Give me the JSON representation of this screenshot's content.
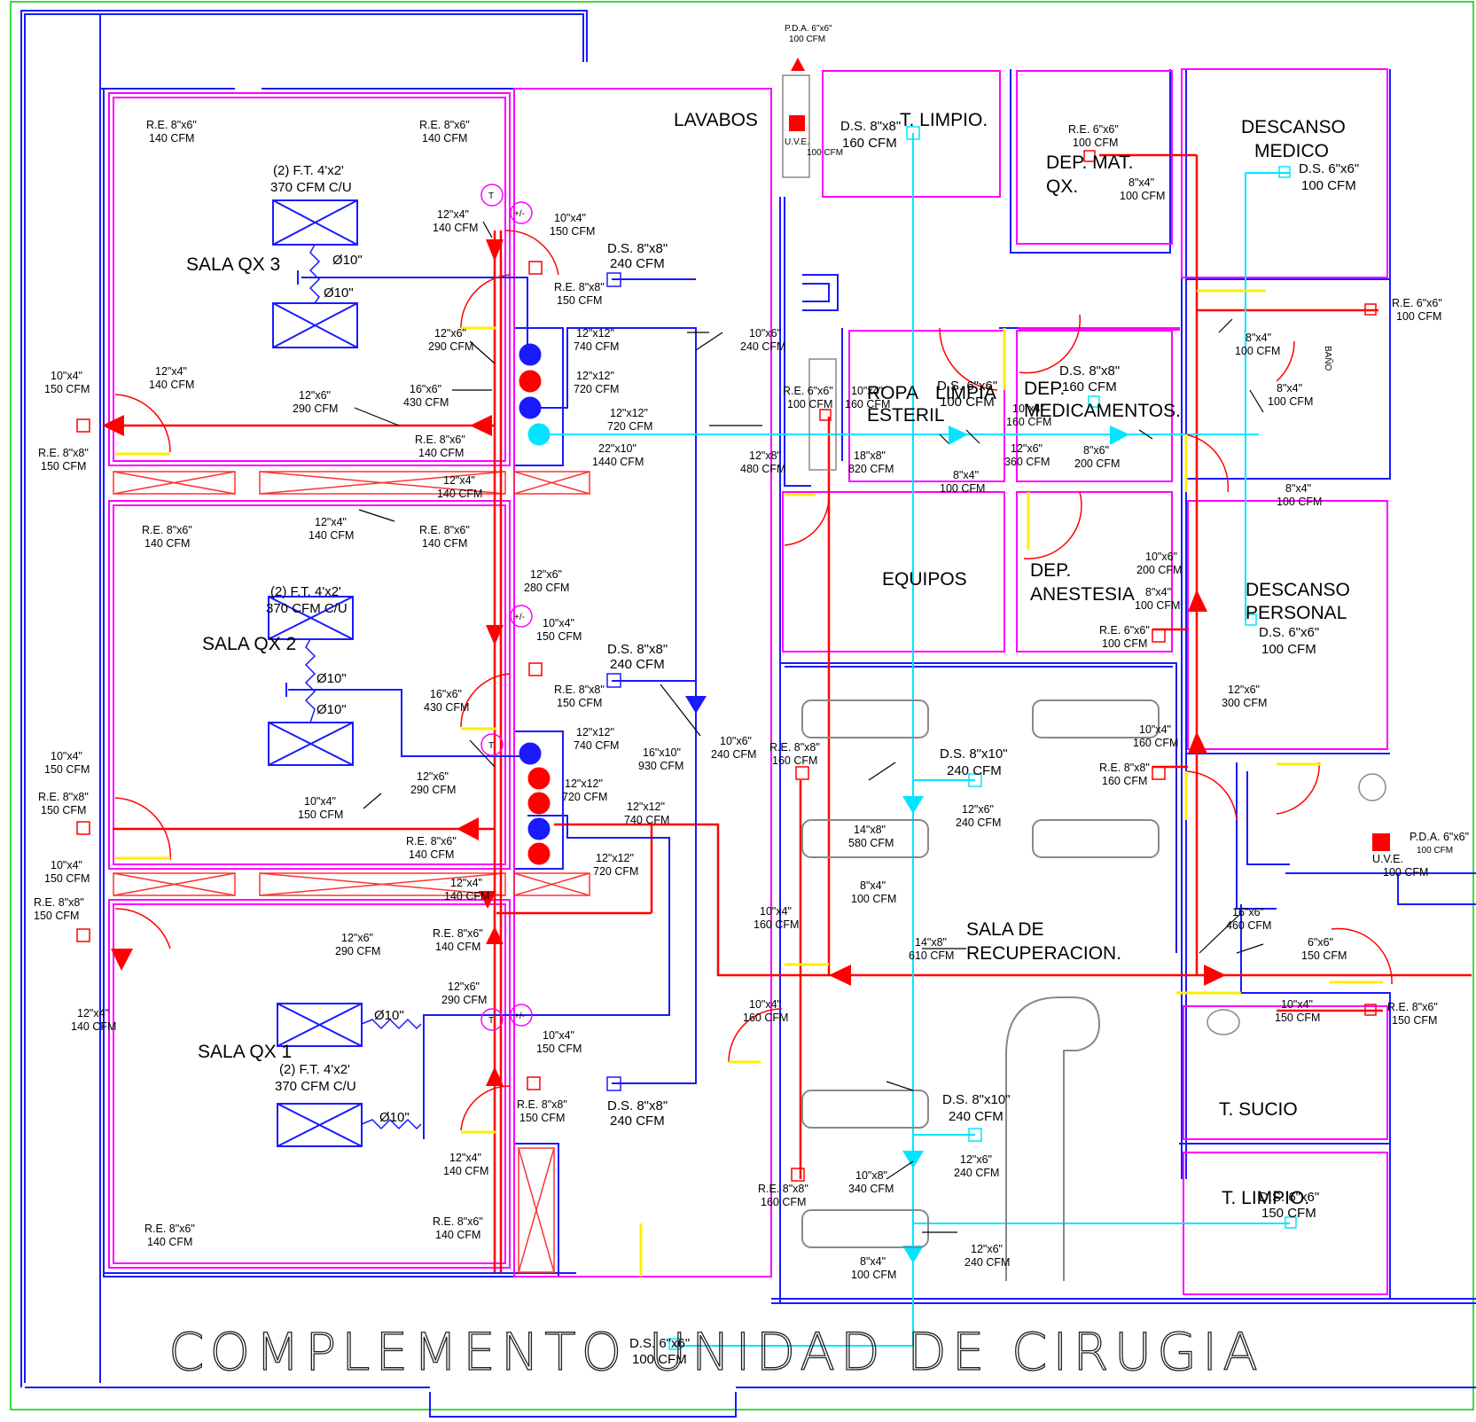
{
  "title": "COMPLEMENTO UNIDAD DE CIRUGIA",
  "colors": {
    "walls": "#1a1aff",
    "rooms": "#ff00ff",
    "supply_duct": "#ff0000",
    "return_duct": "#0000ff",
    "clean_duct": "#00e5ff",
    "doors": "#ff0000",
    "door_stops": "#ffff00",
    "outline": "#00cc00"
  },
  "rooms": {
    "lavabos": "LAVABOS",
    "t_limpio_top": "T.  LIMPIO.",
    "dep_mat_1": "DEP.  MAT.",
    "dep_mat_2": "QX.",
    "descanso_medico_1": "DESCANSO",
    "descanso_medico_2": "MEDICO",
    "ropa_1": "ROPA",
    "ropa_2": "LIMPIA",
    "esteril": "ESTERIL",
    "dep_med_1": "DEP.",
    "dep_med_2": "MEDICAMENTOS.",
    "equipos": "EQUIPOS",
    "dep_anest_1": "DEP.",
    "dep_anest_2": "ANESTESIA",
    "descanso_personal_1": "DESCANSO",
    "descanso_personal_2": "PERSONAL",
    "sala_qx3": "SALA  QX  3",
    "sala_qx2": "SALA  QX  2",
    "sala_qx1": "SALA  QX  1",
    "recup_1": "SALA  DE",
    "recup_2": "RECUPERACION.",
    "t_sucio": "T.  SUCIO",
    "t_limpio_bottom": "T.  LIMPIO.",
    "bano": "BAÑO"
  },
  "labels": {
    "ft_count": "(2)   F.T. 4'x2'",
    "ft_cfm": "370 CFM C/U",
    "phi10": "Ø10\"",
    "re_8x6": "R.E. 8\"x6\"",
    "re_8x8": "R.E. 8\"x8\"",
    "re_6x6": "R.E. 6\"x6\"",
    "ds_8x8": "D.S. 8\"x8\"",
    "ds_8x10": "D.S. 8\"x10\"",
    "ds_6x6": "D.S. 6\"x6\"",
    "pda": "P.D.A. 6\"x6\"",
    "uve": "U.V.E.",
    "cfm_100": "100 CFM",
    "cfm_140": "140 CFM",
    "cfm_150": "150 CFM",
    "cfm_160": "160 CFM",
    "cfm_200": "200 CFM",
    "cfm_240": "240 CFM",
    "cfm_280": "280 CFM",
    "cfm_290": "290 CFM",
    "cfm_300": "300 CFM",
    "cfm_340": "340 CFM",
    "cfm_360": "360 CFM",
    "cfm_430": "430 CFM",
    "cfm_460": "460 CFM",
    "cfm_480": "480 CFM",
    "cfm_580": "580 CFM",
    "cfm_610": "610 CFM",
    "cfm_720": "720 CFM",
    "cfm_740": "740 CFM",
    "cfm_820": "820 CFM",
    "cfm_930": "930 CFM",
    "cfm_1440": "1440 CFM",
    "d_12x4": "12\"x4\"",
    "d_10x4": "10\"x4\"",
    "d_12x6": "12\"x6\"",
    "d_16x6": "16\"x6\"",
    "d_10x6": "10\"x6\"",
    "d_12x12": "12\"x12\"",
    "d_22x10": "22\"x10\"",
    "d_12x8": "12\"x8\"",
    "d_16x10": "16\"x10\"",
    "d_18x8": "18\"x8\"",
    "d_8x4": "8\"x4\"",
    "d_8x6": "8\"x6\"",
    "d_14x8": "14\"x8\"",
    "d_10x8": "10\"x8\"",
    "d_6x6": "6\"x6\"",
    "t": "T",
    "pm": "+/-"
  }
}
